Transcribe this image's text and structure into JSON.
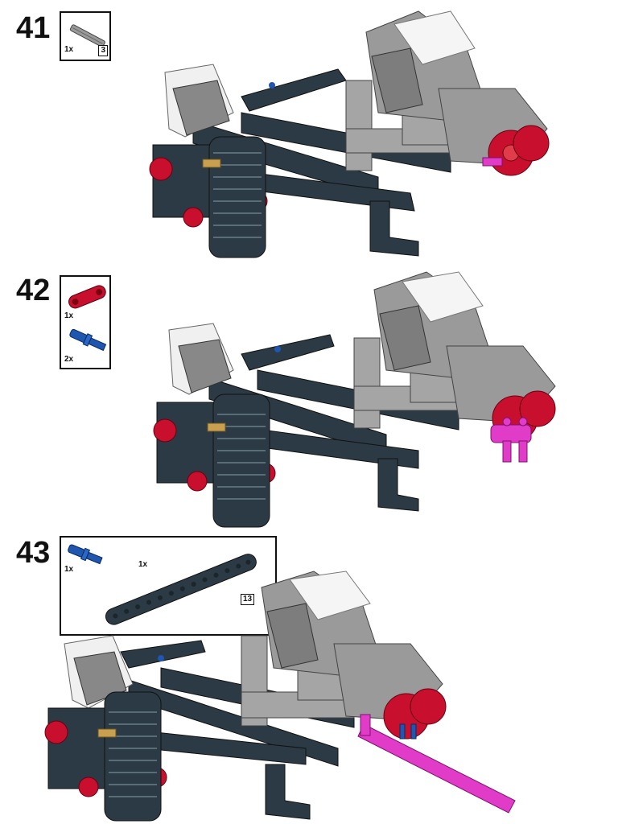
{
  "steps": [
    {
      "number": "41",
      "parts": [
        {
          "name": "gray-axle",
          "qty": "1x",
          "length": "3",
          "color": "#8c8c8c"
        }
      ]
    },
    {
      "number": "42",
      "parts": [
        {
          "name": "red-cross-block",
          "qty": "1x",
          "color": "#c8102e"
        },
        {
          "name": "blue-axle-pin",
          "qty": "2x",
          "color": "#1e56b0"
        }
      ]
    },
    {
      "number": "43",
      "parts": [
        {
          "name": "blue-axle-pin",
          "qty": "1x",
          "color": "#1e56b0"
        },
        {
          "name": "black-beam",
          "qty": "1x",
          "length": "13",
          "color": "#2b3a44"
        }
      ]
    }
  ],
  "colors": {
    "dark_gray": "#2b3a44",
    "light_gray": "#9a9a9a",
    "white": "#f2f2f2",
    "red": "#c8102e",
    "magenta": "#e03cc8",
    "blue": "#1e56b0"
  }
}
